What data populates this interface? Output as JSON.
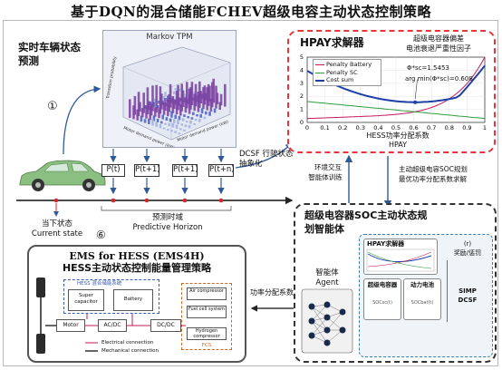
{
  "title": "基于DQN的混合储能FCHEV超级电容主动状态控制策略",
  "left_block": {
    "heading": "实时车辆状态预测",
    "markov_label": "Markov TPM",
    "axis_z": "Transition probability",
    "axis_x": "Motor demand power (kW)",
    "axis_y": "Motor demand power (kW)"
  },
  "markers": {
    "m1": "①",
    "m6": "⑥"
  },
  "timeline": {
    "p_labels": [
      "P(t)",
      "P(t+1)",
      "P(t+1)",
      "P(t+n)"
    ],
    "current_state_cn": "当下状态",
    "current_state_en": "Current state",
    "horizon_cn": "预测时域",
    "horizon_en": "Predictive Horizon"
  },
  "dcsf_label": "DCSF 行驶状态抽象化",
  "hpay": {
    "heading": "HPAY求解器",
    "subtitle_line1": "超级电容器偏差",
    "subtitle_line2": "电池衰退严重性因子",
    "legend": [
      "Penalty Battery",
      "Penalty SC",
      "Cost sum"
    ],
    "ann1": "Φ*sc=1.5453",
    "ann2": "arg min(Φ*sc)=0.608",
    "xlabel_line1": "HESS功率分配系数",
    "xlabel_line2": "HPAY",
    "y_ticks": [
      "0",
      "1",
      "2",
      "3",
      "4",
      "5"
    ],
    "x_ticks": [
      "0",
      "0.1",
      "0.2",
      "0.3",
      "0.4",
      "0.5",
      "0.6",
      "0.7",
      "0.8",
      "0.9",
      "1"
    ]
  },
  "middle_labels": {
    "env_interact_1": "环境交互",
    "env_interact_2": "智能体训练",
    "active_line1": "主动超级电容SOC规划",
    "active_line2": "最优功率分配系数求解"
  },
  "agent_block": {
    "heading_line1": "超级电容器SOC主动状态规",
    "heading_line2": "划智能体",
    "agent_cn": "智能体",
    "agent_en": "Agent",
    "hpay_solver": "HPAY求解器",
    "reward": "(r)",
    "reward_text": "奖励/惩罚",
    "sc_label": "超级电容器",
    "power_label": "动力电池",
    "side_label_1": "SIMP",
    "side_label_2": "DCSF",
    "sc_sub": "SOCsc(t)",
    "bat_sub": "SOCbat(t)"
  },
  "power_ratio": "功率分配系数",
  "ems": {
    "heading_line1": "EMS for HESS (EMS4H)",
    "heading_line2": "HESS主动状态控制能量管理策略",
    "hess_title": "HESS 混合储能系统",
    "supercap": "Super capacitor",
    "battery": "Battery",
    "motor": "Motor",
    "acdc": "AC/DC",
    "dcdc": "DC/DC",
    "air": "Air compressor",
    "fuel": "Fuel cell system",
    "h2": "Hydrogen compressor",
    "fcs": "FCS",
    "elec_conn": "Electrical connection",
    "mech_conn": "Mechanical connection"
  },
  "colors": {
    "hpay_border": "#e8343a",
    "agent_border": "#333333",
    "ems_border": "#555555",
    "arrow_blue": "#2f5a9a",
    "car": "#8bbf82",
    "battery_line": "#c2185b",
    "sc_line": "#2e9d3f",
    "cost_line": "#1f3fa8"
  }
}
